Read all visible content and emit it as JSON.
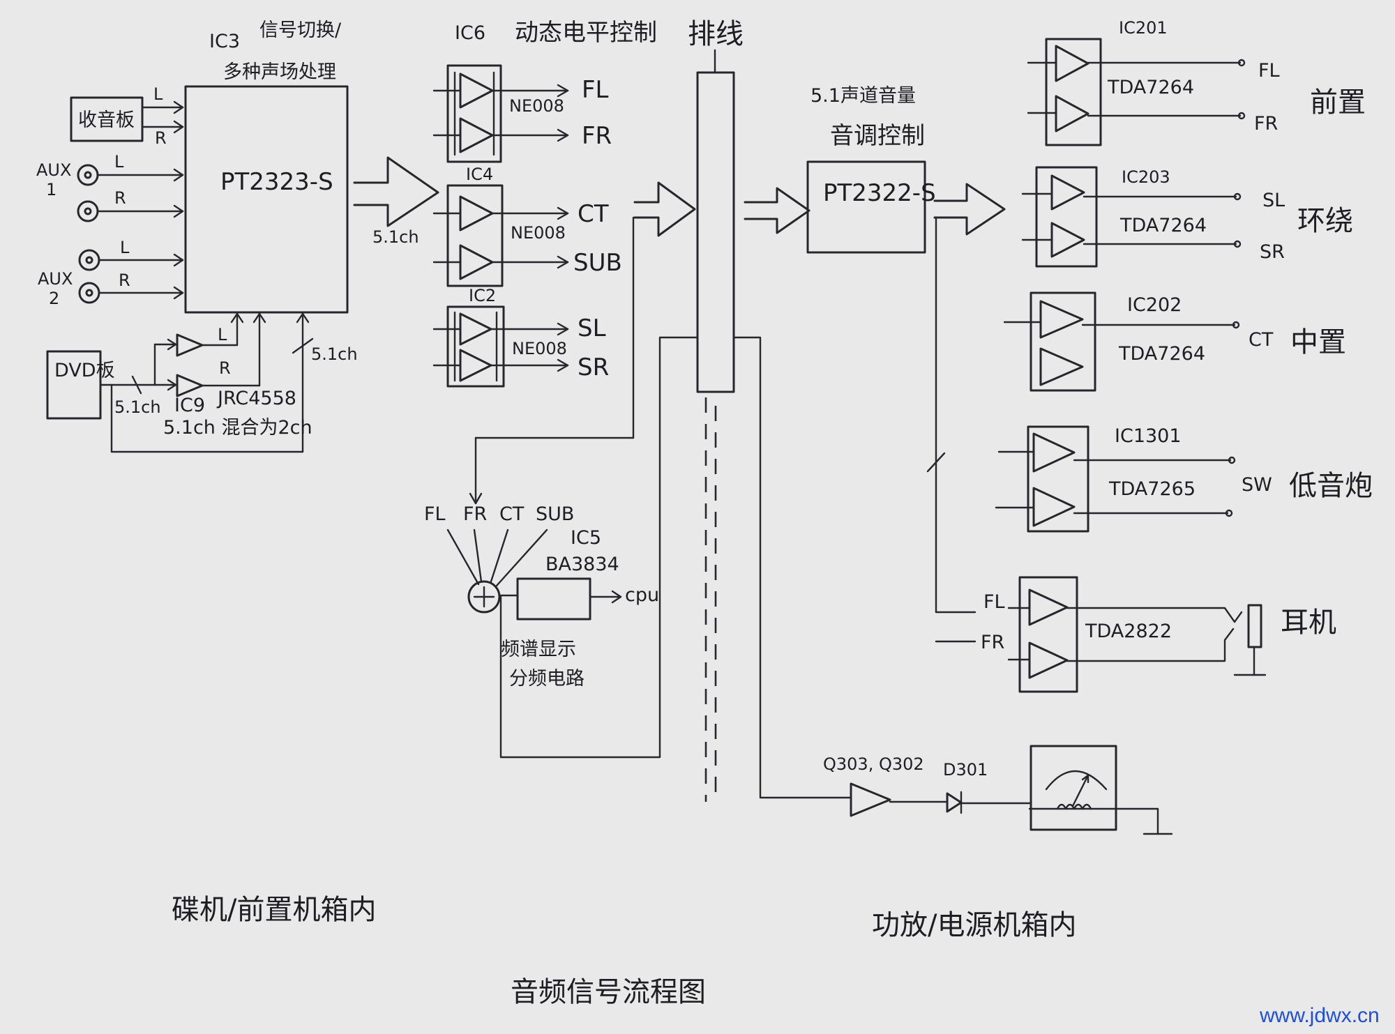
{
  "title": "音频信号流程图",
  "sections": {
    "left": "碟机/前置机箱内",
    "right": "功放/电源机箱内"
  },
  "watermark": "www.jdwx.cn",
  "blocks": {
    "ic3": {
      "ref": "IC3",
      "desc1": "信号切换/",
      "desc2": "多种声场处理",
      "chip": "PT2323-S"
    },
    "radio": "收音板",
    "dvd": "DVD板",
    "aux1": {
      "label1": "AUX",
      "label2": "1"
    },
    "aux2": {
      "label1": "AUX",
      "label2": "2"
    },
    "ic9": {
      "ref": "IC9",
      "chip": "JRC4558",
      "desc": "5.1ch 混合为2ch"
    },
    "ic6": {
      "ref": "IC6",
      "desc": "动态电平控制",
      "chip": "NE008"
    },
    "ic4": {
      "ref": "IC4",
      "chip": "NE008"
    },
    "ic2": {
      "ref": "IC2",
      "chip": "NE008"
    },
    "bus": "排线",
    "ic5": {
      "ref": "IC5",
      "chip": "BA3834",
      "desc1": "频谱显示",
      "desc2": "分频电路",
      "out": "cpu"
    },
    "tone": {
      "desc1": "5.1声道音量",
      "desc2": "音调控制",
      "chip": "PT2322-S"
    },
    "ic201": {
      "ref": "IC201",
      "chip": "TDA7264",
      "group": "前置"
    },
    "ic203": {
      "ref": "IC203",
      "chip": "TDA7264",
      "group": "环绕"
    },
    "ic202": {
      "ref": "IC202",
      "chip": "TDA7264",
      "group": "中置"
    },
    "ic1301": {
      "ref": "IC1301",
      "chip": "TDA7265",
      "group": "低音炮"
    },
    "hp": {
      "chip": "TDA2822",
      "group": "耳机"
    },
    "meter": {
      "transistors": "Q303, Q302",
      "diode": "D301"
    }
  },
  "labels": {
    "L": "L",
    "R": "R",
    "ch51": "5.1ch",
    "FL": "FL",
    "FR": "FR",
    "CT": "CT",
    "SUB": "SUB",
    "SL": "SL",
    "SR": "SR",
    "SW": "SW"
  }
}
